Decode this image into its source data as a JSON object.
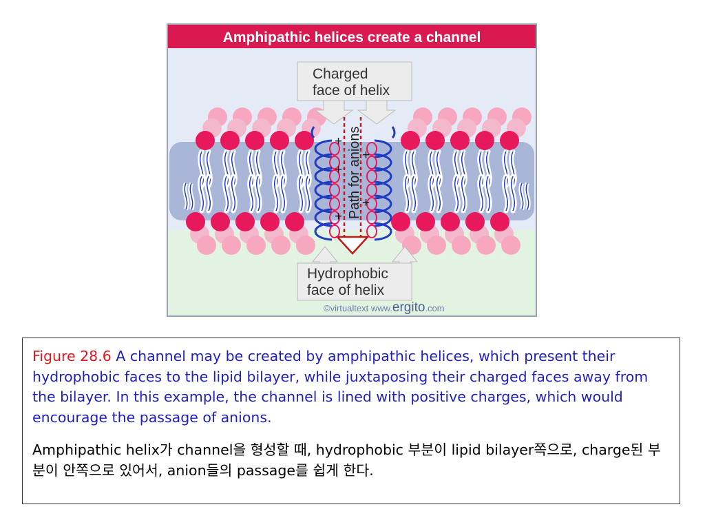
{
  "figure": {
    "title": "Amphipathic helices create a channel",
    "label_charged_line1": "Charged",
    "label_charged_line2": "face of helix",
    "label_hydrophobic_line1": "Hydrophobic",
    "label_hydrophobic_line2": "face of helix",
    "channel_label": "Path for anions",
    "charge_symbol": "+",
    "credit_prefix": "©virtualtext  www.",
    "credit_brand": "ergito",
    "credit_suffix": ".com",
    "colors": {
      "title_bar": "#d9194f",
      "background_top": "#dde4f5",
      "background_bottom": "#def2de",
      "membrane": "#a9b7d9",
      "lipid_head": "#e8185c",
      "lipid_head_back": "#f7a8c0",
      "helix": "#1e3cc0",
      "arrow_red": "#c21a1a"
    }
  },
  "caption": {
    "figure_number": "Figure 28.6",
    "english": " A channel may be created by amphipathic helices, which present their hydrophobic faces to the lipid bilayer, while juxtaposing their charged faces away from the bilayer. In this example, the channel is lined with positive charges, which would encourage the passage of anions.",
    "korean": "Amphipathic helix가 channel을 형성할 때, hydrophobic 부분이 lipid bilayer쪽으로, charge된 부분이 안쪽으로 있어서, anion들의 passage를 쉽게 한다."
  }
}
